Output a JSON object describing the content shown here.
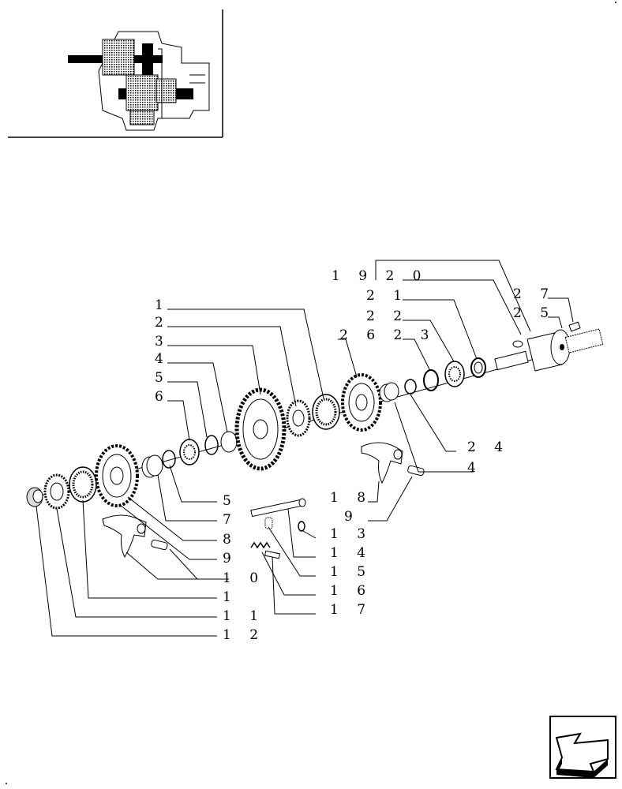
{
  "diagram": {
    "labels_left": [
      {
        "id": "l1a",
        "text": "1"
      },
      {
        "id": "l2",
        "text": "2"
      },
      {
        "id": "l3",
        "text": "3"
      },
      {
        "id": "l4a",
        "text": "4"
      },
      {
        "id": "l5a",
        "text": "5"
      },
      {
        "id": "l6",
        "text": "6"
      }
    ],
    "labels_top": [
      {
        "id": "l19_20",
        "text": "1 9 2 0"
      },
      {
        "id": "l21",
        "text": "2 1"
      },
      {
        "id": "l22",
        "text": "2 2"
      },
      {
        "id": "l26_23",
        "text": "2 6 2 3"
      },
      {
        "id": "l27",
        "text": "2 7"
      },
      {
        "id": "l25",
        "text": "2 5"
      }
    ],
    "labels_right": [
      {
        "id": "l24",
        "text": "2 4"
      },
      {
        "id": "l4b",
        "text": "4"
      },
      {
        "id": "l18",
        "text": "1 8"
      },
      {
        "id": "l9a",
        "text": "9"
      },
      {
        "id": "l5b",
        "text": "5"
      },
      {
        "id": "l7",
        "text": "7"
      },
      {
        "id": "l8",
        "text": "8"
      },
      {
        "id": "l9b",
        "text": "9"
      },
      {
        "id": "l13",
        "text": "1 3"
      },
      {
        "id": "l14",
        "text": "1 4"
      },
      {
        "id": "l15",
        "text": "1 5"
      },
      {
        "id": "l16",
        "text": "1 6"
      },
      {
        "id": "l17",
        "text": "1 7"
      },
      {
        "id": "l10",
        "text": "1 0"
      },
      {
        "id": "l1b",
        "text": "1"
      },
      {
        "id": "l11",
        "text": "1 1"
      },
      {
        "id": "l12",
        "text": "1 2"
      }
    ]
  }
}
